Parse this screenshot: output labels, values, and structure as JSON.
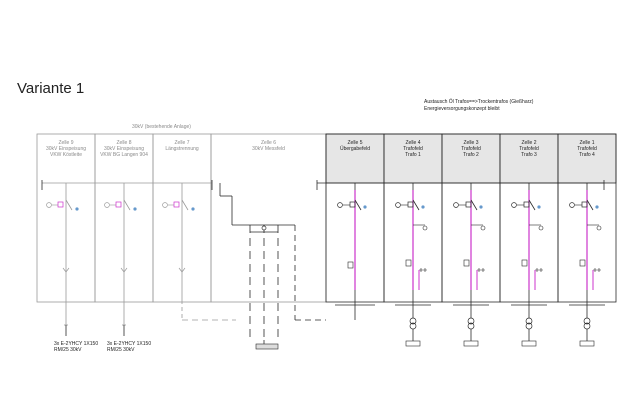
{
  "title": "Variante 1",
  "notes": [
    "Austausch Öl Trafos==>Trockentrafos (Gießharz)",
    "Energieversorgungskonzept bleibt"
  ],
  "existing_group_label": "30kV (bestehende Anlage)",
  "cells": [
    {
      "lines": [
        "Zelle 9",
        "30kV Einspeisung",
        "VKW Köstleite"
      ]
    },
    {
      "lines": [
        "Zelle 8",
        "30kV Einspeisung",
        "VKW BG Langen 904"
      ]
    },
    {
      "lines": [
        "Zelle 7",
        "Längstrennung"
      ]
    },
    {
      "lines": [
        "Zelle 6",
        "30kV Messfeld"
      ]
    },
    {
      "lines": [
        "Zelle 5",
        "Übergabefeld"
      ]
    },
    {
      "lines": [
        "Zelle 4",
        "Trafofeld",
        "Trafo 1"
      ]
    },
    {
      "lines": [
        "Zelle 3",
        "Trafofeld",
        "Trafo 2"
      ]
    },
    {
      "lines": [
        "Zelle 2",
        "Trafofeld",
        "Trafo 3"
      ]
    },
    {
      "lines": [
        "Zelle 1",
        "Trafofeld",
        "Trafo 4"
      ]
    }
  ],
  "cables": [
    [
      "3x E-2YHCY 1X150",
      "RM/25 30kV"
    ],
    [
      "3x E-2YHCY 1X150",
      "RM/25 30kV"
    ]
  ],
  "colors": {
    "line": "#2a2a2a",
    "grey_line": "#9a9a9a",
    "new_panel_fill": "#e6e6e6",
    "busbar_accent": "#cc33cc",
    "switch_node": "#6699cc"
  }
}
